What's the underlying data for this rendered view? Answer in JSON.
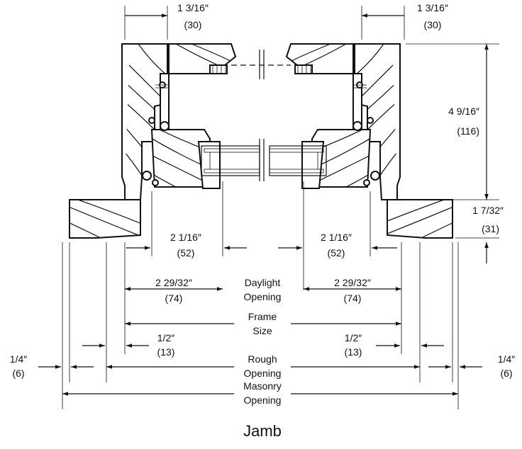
{
  "diagram": {
    "title": "Jamb",
    "dimensions": {
      "top_left_width": {
        "imperial": "1 3/16″",
        "metric": "(30)"
      },
      "top_right_width": {
        "imperial": "1 3/16″",
        "metric": "(30)"
      },
      "frame_height": {
        "imperial": "4 9/16″",
        "metric": "(116)"
      },
      "sill_offset": {
        "imperial": "1 7/32″",
        "metric": "(31)"
      },
      "left_sash_to_daylight": {
        "imperial": "2 1/16″",
        "metric": "(52)"
      },
      "right_sash_to_daylight": {
        "imperial": "2 1/16″",
        "metric": "(52)"
      },
      "left_frame_to_daylight": {
        "imperial": "2 29/32″",
        "metric": "(74)"
      },
      "right_frame_to_daylight": {
        "imperial": "2 29/32″",
        "metric": "(74)"
      },
      "left_rough_gap": {
        "imperial": "1/2″",
        "metric": "(13)"
      },
      "right_rough_gap": {
        "imperial": "1/2″",
        "metric": "(13)"
      },
      "left_masonry_gap": {
        "imperial": "1/4″",
        "metric": "(6)"
      },
      "right_masonry_gap": {
        "imperial": "1/4″",
        "metric": "(6)"
      }
    },
    "span_labels": {
      "daylight_opening": [
        "Daylight",
        "Opening"
      ],
      "frame_size": [
        "Frame",
        "Size"
      ],
      "rough_opening": [
        "Rough",
        "Opening"
      ],
      "masonry_opening": [
        "Masonry",
        "Opening"
      ]
    }
  }
}
